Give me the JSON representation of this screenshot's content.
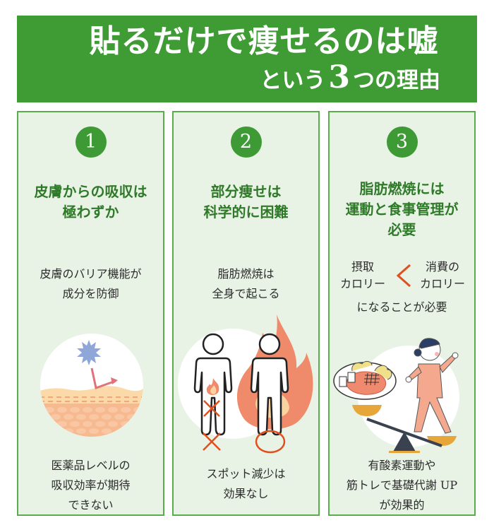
{
  "header": {
    "title": "貼るだけで痩せるのは嘘",
    "subtitle_pre": "という",
    "subtitle_num": "3",
    "subtitle_post": "つの理由",
    "bg_color": "#3f9c35"
  },
  "colors": {
    "accent": "#3e9a34",
    "heading_text": "#2f7a28",
    "panel_bg": "#e8f3e6",
    "panel_border": "#5aad4c",
    "mark_color": "#e0501e"
  },
  "columns": [
    {
      "number": "1",
      "heading": [
        "皮膚からの吸収は",
        "極わずか"
      ],
      "text_middle": [
        "皮膚のバリア機能が",
        "成分を防御"
      ],
      "illustration": "skin-barrier-illustration",
      "text_bottom": [
        "医薬品レベルの",
        "吸収効率が期待",
        "できない"
      ]
    },
    {
      "number": "2",
      "heading": [
        "部分痩せは",
        "科学的に困難"
      ],
      "text_middle": [
        "脂肪燃焼は",
        "全身で起こる"
      ],
      "illustration": "full-body-fat-burn-illustration",
      "marks": {
        "wrong": "×",
        "right": "○"
      },
      "text_bottom": [
        "スポット減少は",
        "効果なし"
      ]
    },
    {
      "number": "3",
      "heading": [
        "脂肪燃焼には",
        "運動と食事管理が",
        "必要"
      ],
      "calorie": {
        "left": [
          "摂取",
          "カロリー"
        ],
        "operator": "<",
        "right": [
          "消費の",
          "カロリー"
        ]
      },
      "text_middle": [
        "になることが必要"
      ],
      "illustration": "diet-exercise-balance-illustration",
      "text_bottom": [
        "有酸素運動や",
        "筋トレで基礎代謝 UP",
        "が効果的"
      ]
    }
  ]
}
